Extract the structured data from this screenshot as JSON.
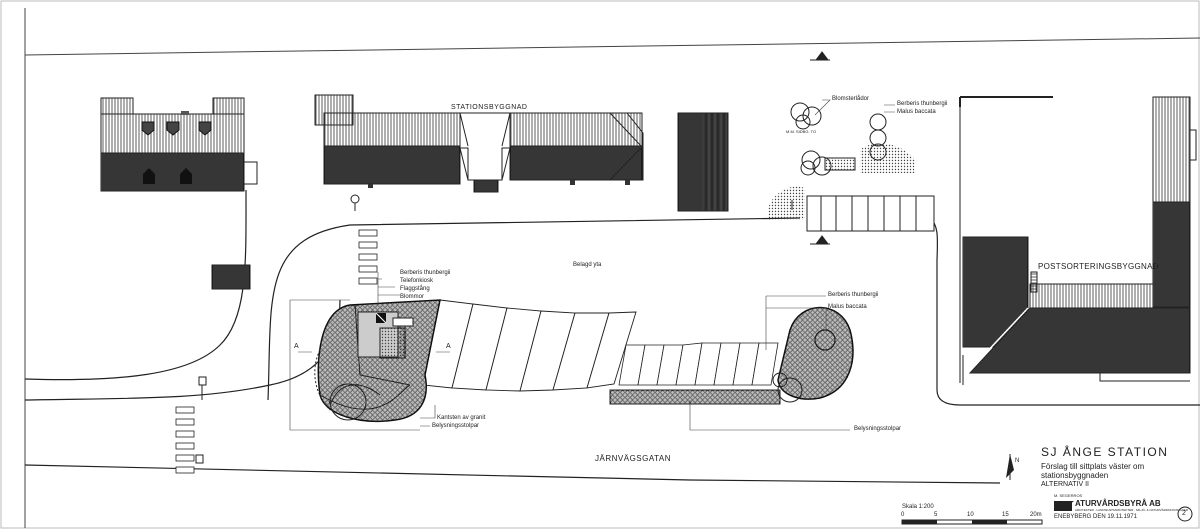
{
  "drawing": {
    "buildings": {
      "station": "STATIONSBYGGNAD",
      "post": "POSTSORTERINGSBYGGNAD"
    },
    "areas": {
      "paved": "Belagd yta",
      "street": "JÄRNVÄGSGATAN"
    },
    "left_labels": {
      "berberis": "Berberis thunbergii",
      "telefon": "Telefonkiosk",
      "flagg": "Flaggstång",
      "blommor": "Blommor",
      "kantsten": "Kantsten av granit",
      "belysning": "Belysningsstolpar"
    },
    "right_labels": {
      "berberis": "Berberis thunbergii",
      "malus": "Malus baccata",
      "belysning": "Belysningsstolpar"
    },
    "top_labels": {
      "blomster": "Blomsterlådor",
      "berberis": "Berberis thunbergii",
      "malus": "Malus baccata",
      "small_note": "M.M. SIDBG. TO"
    },
    "section_marks": {
      "a_left": "A",
      "a_right": "A"
    },
    "title_block": {
      "title": "SJ ÅNGE STATION",
      "desc1": "Förslag till sittplats väster om",
      "desc2": "stationsbyggnaden",
      "alt": "ALTERNATIV II",
      "firm_small": "M. SEGERROS",
      "firm": "ATURVÅRDSBYRÅ AB",
      "firm_sub": "ARKITEKTER · LANDSKAPSARKITEKTER · MILJÖ- & NATURVÅRDSKONSULTER",
      "date": "ENEBYBERG DEN 19.11.1971",
      "sheet": "2"
    },
    "scale": {
      "label": "Skala 1:200",
      "ticks": [
        "0",
        "5",
        "10",
        "15",
        "20m"
      ]
    },
    "north": "N"
  }
}
